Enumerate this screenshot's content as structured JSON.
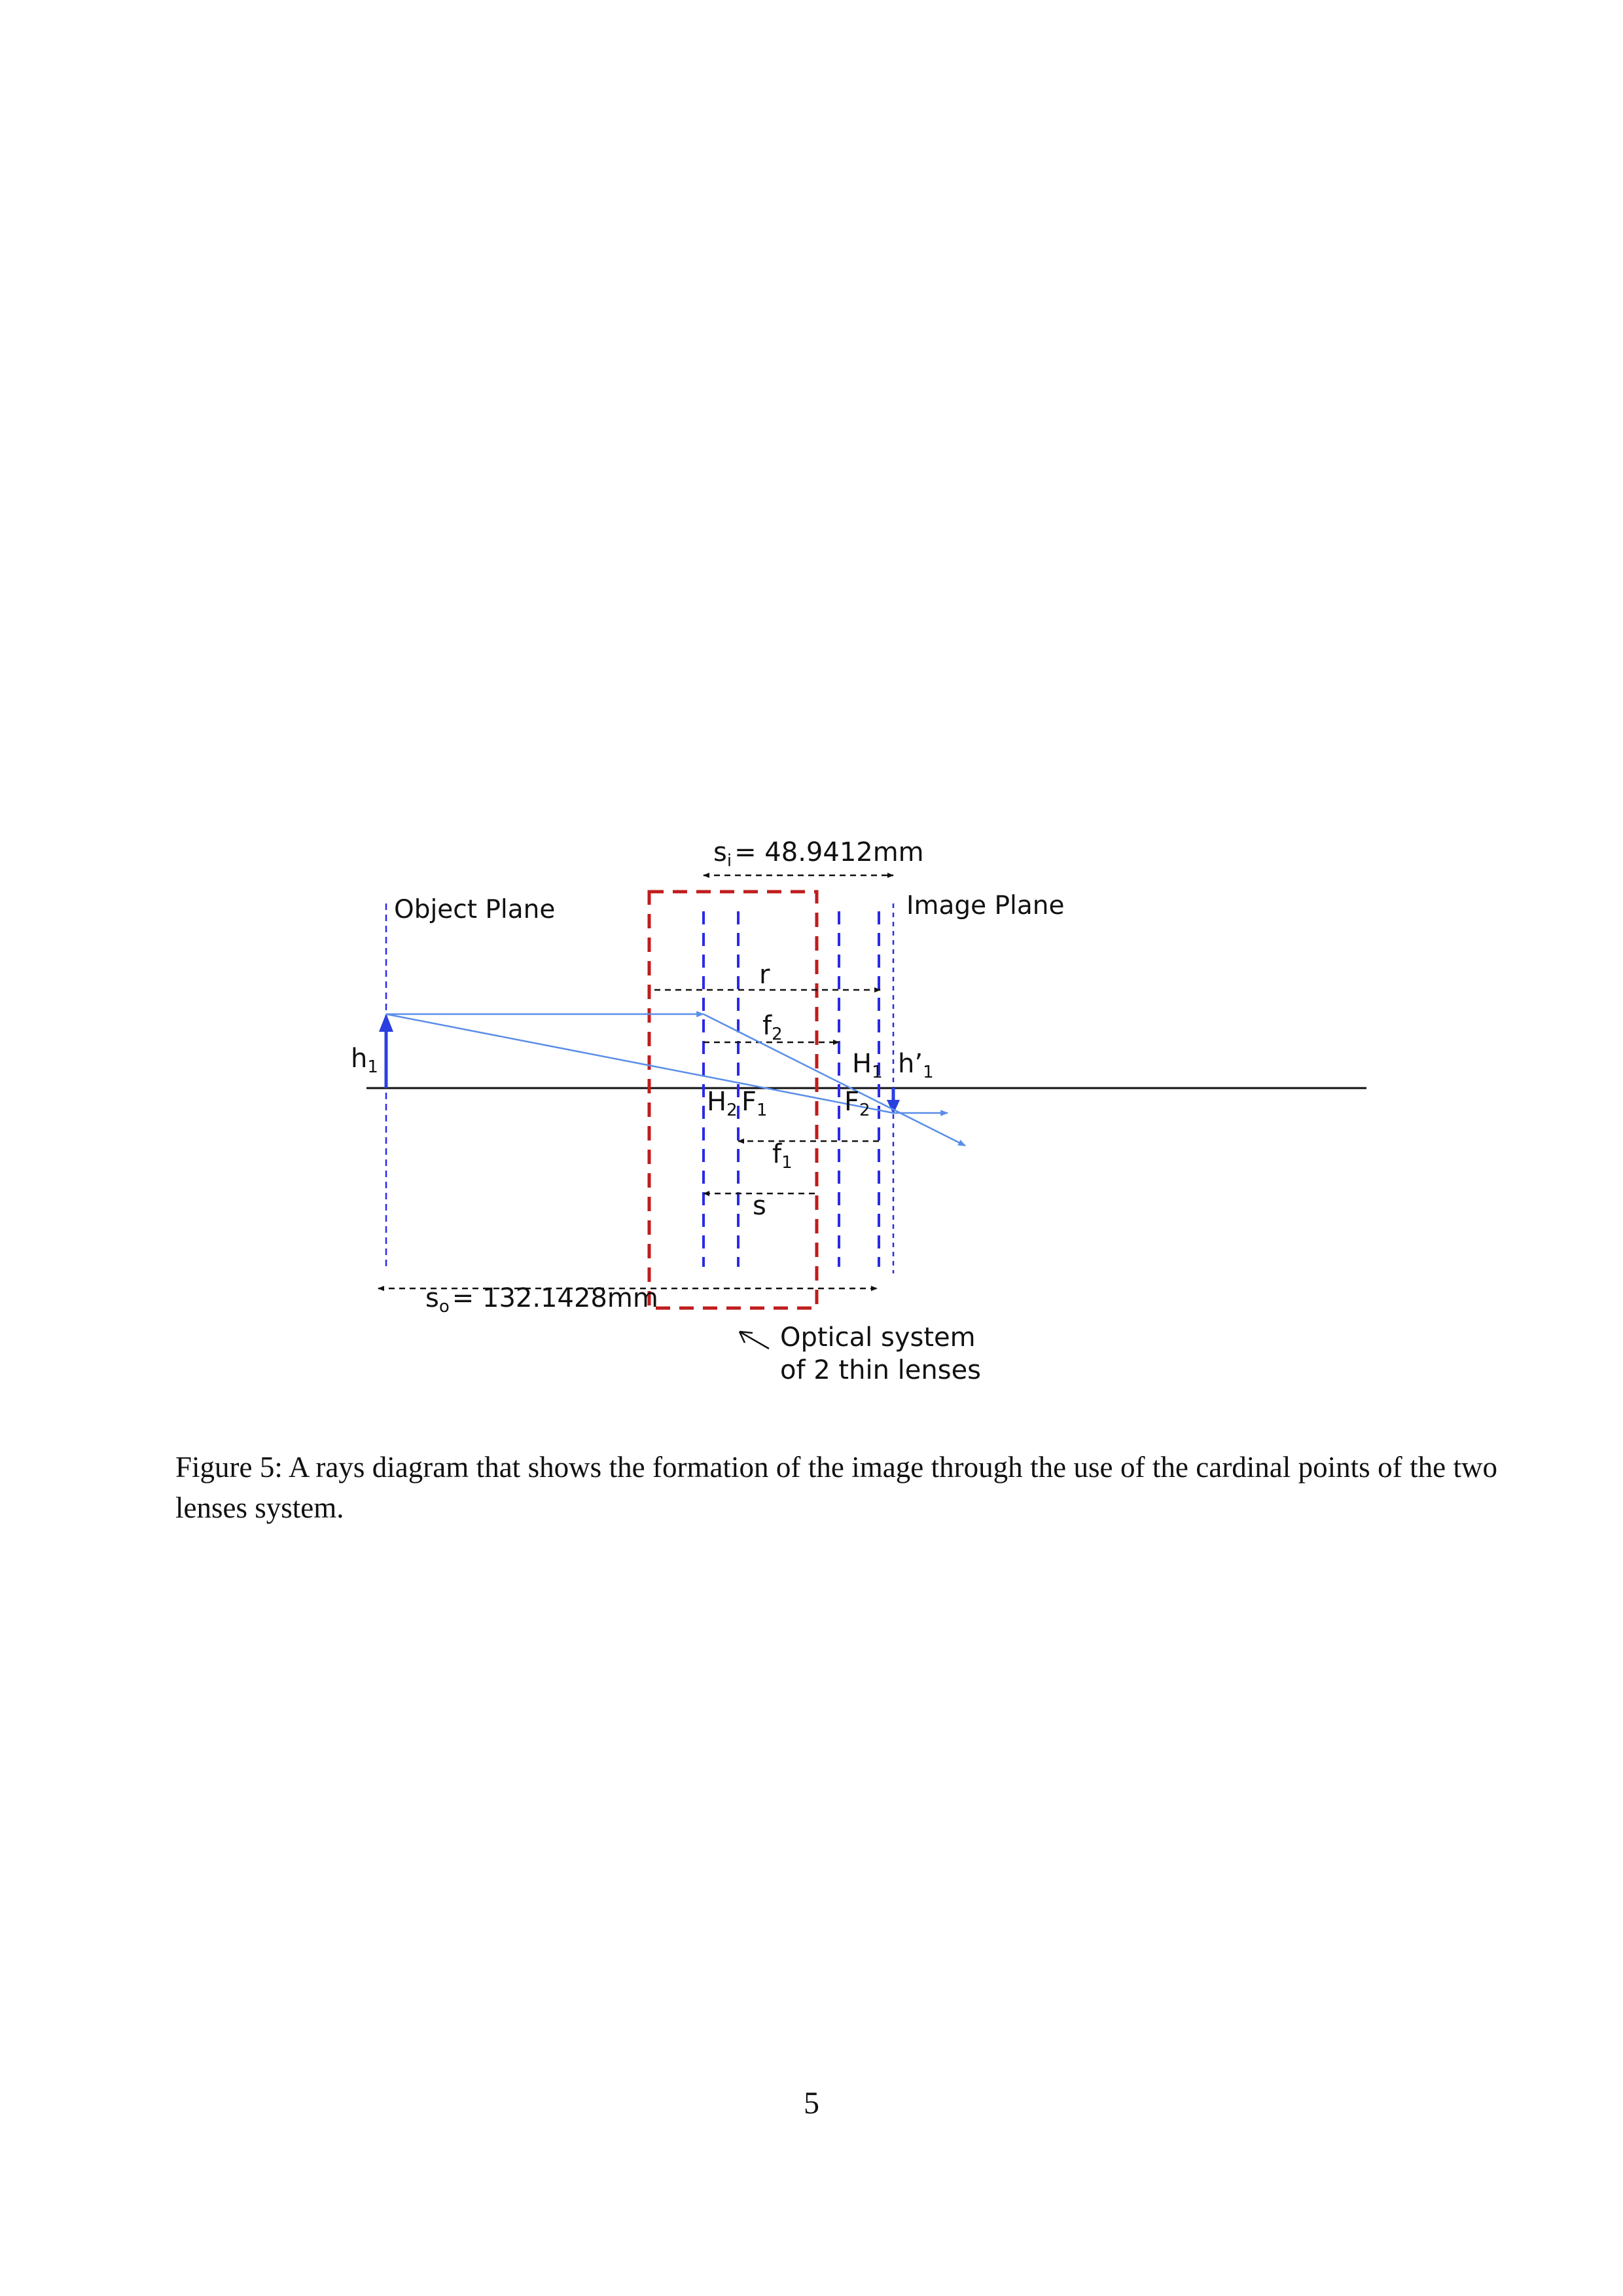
{
  "figure": {
    "labels": {
      "si": "s",
      "si_sub": "i",
      "si_value": "= 48.9412mm",
      "object_plane": "Object Plane",
      "image_plane": "Image Plane",
      "r": "r",
      "f2": "f",
      "f2_sub": "2",
      "h1": "h",
      "h1_sub": "1",
      "H1": "H",
      "H1_sub": "1",
      "h_prime": "h’",
      "h_prime_sub": "1",
      "H2": "H",
      "H2_sub": "2",
      "F1": "F",
      "F1_sub": "1",
      "F2": "F",
      "F2_sub": "2",
      "f1": "f",
      "f1_sub": "1",
      "s": "s",
      "so": "s",
      "so_sub": "o",
      "so_value": "= 132.1428mm",
      "optical_system_line1": "Optical system",
      "optical_system_line2": "of 2 thin lenses"
    },
    "colors": {
      "ray": "#5a8ee8",
      "arrow": "#2a3fe0",
      "lens_plane": "#2a2ae8",
      "system_box": "#c01c1c",
      "axis": "#111111"
    }
  },
  "caption": {
    "label": "Figure 5:",
    "text": "A rays diagram that shows the formation of the image through the use of the cardinal points of the two lenses system."
  },
  "page_number": "5"
}
